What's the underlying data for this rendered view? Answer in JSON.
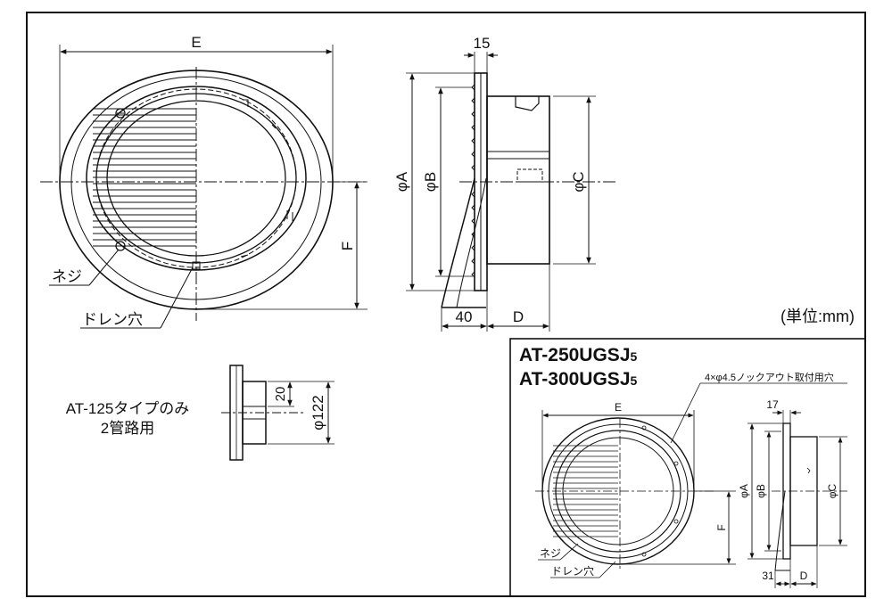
{
  "main_view": {
    "dim_E": "E",
    "dim_F": "F",
    "dim_A": "φA",
    "dim_B": "φB",
    "dim_C": "φC",
    "dim_15": "15",
    "dim_40": "40",
    "dim_D": "D",
    "label_screw": "ネジ",
    "label_drain": "ドレン穴",
    "unit": "(単位:mm)"
  },
  "detail_view": {
    "label_line1": "AT-125タイプのみ",
    "label_line2": "2管路用",
    "dim_20": "20",
    "dim_122": "φ122"
  },
  "inset": {
    "model_1_main": "AT-250UGSJ",
    "model_1_sub": "5",
    "model_2_main": "AT-300UGSJ",
    "model_2_sub": "5",
    "knockout_note": "4×φ4.5ノックアウト取付用穴",
    "dim_E": "E",
    "dim_F": "F",
    "dim_A": "φA",
    "dim_B": "φB",
    "dim_C": "φC",
    "dim_17": "17",
    "dim_31": "31",
    "dim_D": "D",
    "label_screw": "ネジ",
    "label_drain": "ドレン穴"
  },
  "colors": {
    "line": "#111111",
    "background": "#ffffff"
  }
}
